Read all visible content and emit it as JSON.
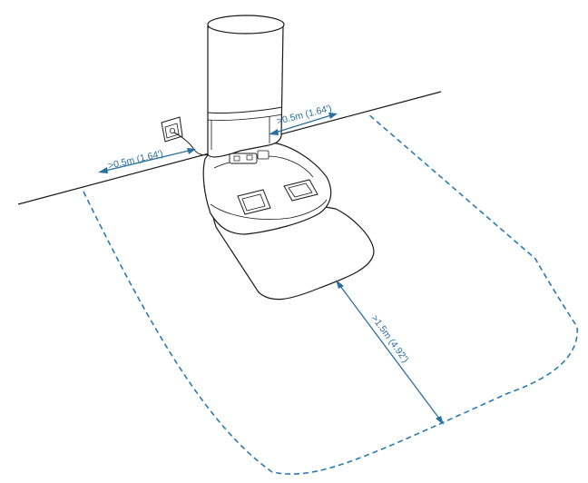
{
  "diagram": {
    "colors": {
      "line": "#1a1a1a",
      "dimension": "#2a6f9e",
      "boundary": "#2a7ab5",
      "fill": "#ffffff"
    },
    "labels": {
      "left_clearance": ">0.5m (1.64')",
      "right_clearance": ">0.5m (1.64')",
      "front_clearance": ">1.5m (4.92')"
    },
    "icons": [
      "wall-outlet-icon",
      "clean-base-icon"
    ]
  }
}
